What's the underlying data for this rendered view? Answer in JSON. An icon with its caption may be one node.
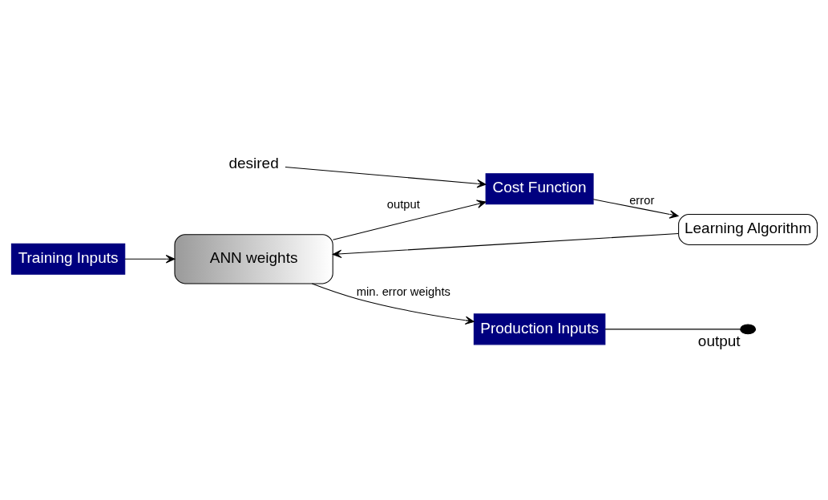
{
  "diagram": {
    "nodes": [
      {
        "text": [
          "Training Inputs"
        ]
      },
      {
        "text": [
          "ANN weights"
        ]
      },
      {
        "text": [
          "Cost Function"
        ]
      },
      {
        "text": [
          "Learning Algorithm"
        ]
      },
      {
        "text": [
          "Production Inputs"
        ]
      },
      {
        "text": [
          "desired"
        ]
      },
      {
        "text": [],
        "shape": "circle",
        "beside": [
          "output"
        ]
      }
    ],
    "edges": [
      {
        "from": 0,
        "to": 1,
        "arrow": "to"
      },
      {
        "from": 1,
        "to": 2,
        "arrow": "to",
        "label": "output"
      },
      {
        "from": 5,
        "to": 2,
        "arrow": "to"
      },
      {
        "from": 2,
        "to": 3,
        "arrow": "to",
        "label": "error"
      },
      {
        "from": 3,
        "to": 1,
        "arrow": "to"
      },
      {
        "from": 1,
        "to": 4,
        "arrow": "to",
        "label": "min. error weights"
      },
      {
        "from": 4,
        "to": 6,
        "arrow": "none"
      }
    ]
  }
}
